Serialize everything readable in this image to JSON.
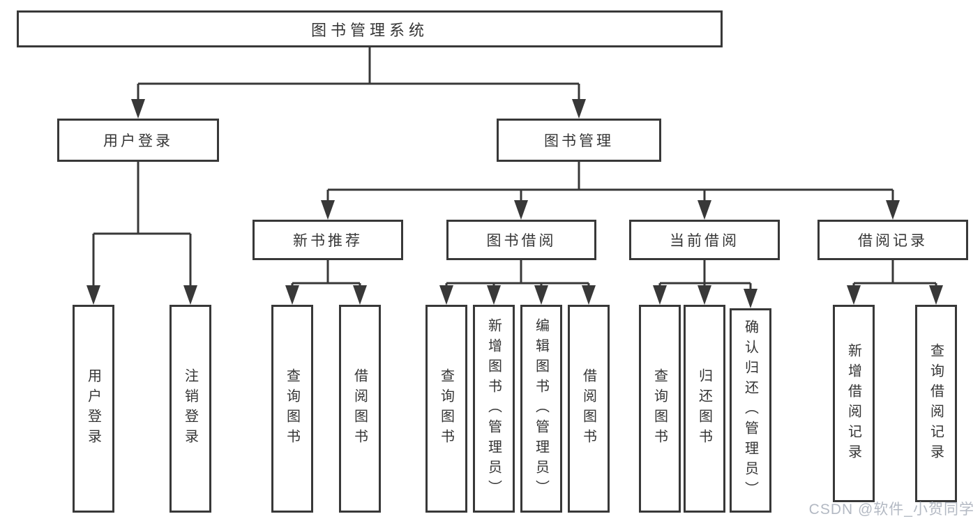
{
  "diagram": {
    "root": {
      "label": "图书管理系统"
    },
    "branches": [
      {
        "label": "用户登录",
        "children": [
          {
            "label": "用户登录"
          },
          {
            "label": "注销登录"
          }
        ]
      },
      {
        "label": "图书管理",
        "children": [
          {
            "label": "新书推荐",
            "children": [
              {
                "label": "查询图书"
              },
              {
                "label": "借阅图书"
              }
            ]
          },
          {
            "label": "图书借阅",
            "children": [
              {
                "label": "查询图书"
              },
              {
                "label": "新增图书（管理员）"
              },
              {
                "label": "编辑图书（管理员）"
              },
              {
                "label": "借阅图书"
              }
            ]
          },
          {
            "label": "当前借阅",
            "children": [
              {
                "label": "查询图书"
              },
              {
                "label": "归还图书"
              },
              {
                "label": "确认归还（管理员）"
              }
            ]
          },
          {
            "label": "借阅记录",
            "children": [
              {
                "label": "新增借阅记录"
              },
              {
                "label": "查询借阅记录"
              }
            ]
          }
        ]
      }
    ]
  },
  "watermark": {
    "text": "CSDN @软件_小贺同学"
  },
  "colors": {
    "line": "#383838",
    "box_border": "#383838",
    "box_background": "#ffffff",
    "text": "#353535",
    "watermark": "#b3b9c3"
  }
}
